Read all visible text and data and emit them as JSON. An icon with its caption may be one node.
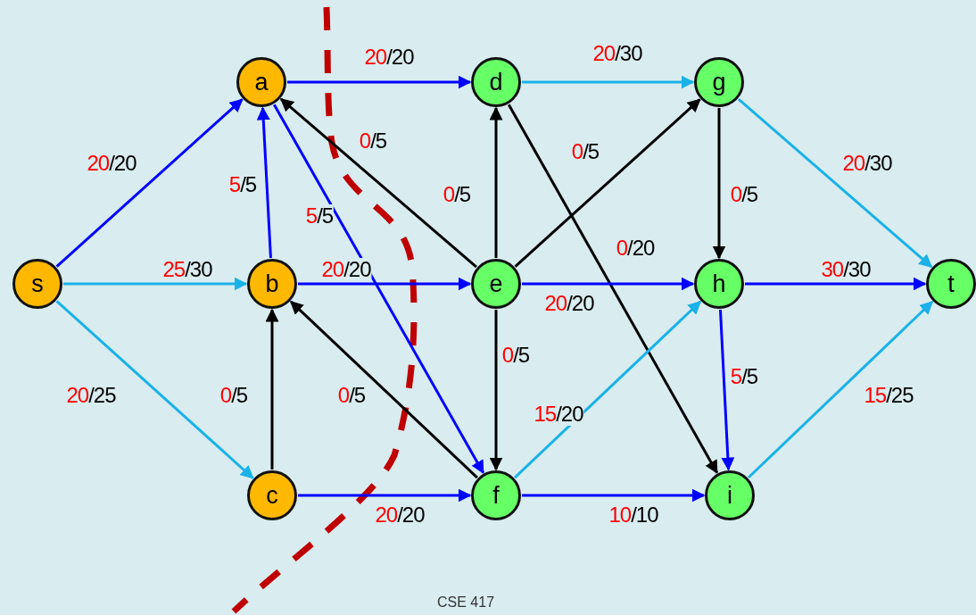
{
  "diagram": {
    "nodes": [
      {
        "text": [
          "s"
        ]
      },
      {
        "text": [
          "a"
        ]
      },
      {
        "text": [
          "b"
        ]
      },
      {
        "text": [
          "c"
        ]
      },
      {
        "text": [
          "d"
        ]
      },
      {
        "text": [
          "e"
        ]
      },
      {
        "text": [
          "f"
        ]
      },
      {
        "text": [
          "g"
        ]
      },
      {
        "text": [
          "h"
        ]
      },
      {
        "text": [
          "i"
        ]
      },
      {
        "text": [
          "t"
        ]
      }
    ],
    "edges": [
      {
        "from": 0,
        "to": 1,
        "arrow": "to",
        "label": "20/20"
      },
      {
        "from": 0,
        "to": 2,
        "arrow": "to",
        "label": "25/30",
        "color": "#1ab2e8"
      },
      {
        "from": 0,
        "to": 3,
        "arrow": "to",
        "label": "20/25",
        "color": "#1ab2e8"
      },
      {
        "from": 2,
        "to": 1,
        "arrow": "to",
        "label": "5/5"
      },
      {
        "from": 3,
        "to": 2,
        "arrow": "to",
        "label": "0/5",
        "color": "#000000"
      },
      {
        "from": 1,
        "to": 4,
        "arrow": "to",
        "label": "20/20"
      },
      {
        "from": 1,
        "to": 6,
        "arrow": "to",
        "label": "5/5"
      },
      {
        "from": 2,
        "to": 5,
        "arrow": "to",
        "label": "20/20"
      },
      {
        "from": 5,
        "to": 1,
        "arrow": "to",
        "label": "0/5",
        "color": "#000000"
      },
      {
        "from": 6,
        "to": 2,
        "arrow": "to",
        "label": "0/5",
        "color": "#000000"
      },
      {
        "from": 3,
        "to": 6,
        "arrow": "to",
        "label": "20/20"
      },
      {
        "from": 4,
        "to": 7,
        "arrow": "to",
        "label": "20/30",
        "color": "#1ab2e8"
      },
      {
        "from": 4,
        "to": 9,
        "arrow": "to",
        "label": "0/20",
        "color": "#000000"
      },
      {
        "from": 5,
        "to": 4,
        "arrow": "to",
        "label": "0/5",
        "color": "#000000"
      },
      {
        "from": 5,
        "to": 7,
        "arrow": "to",
        "label": "0/5",
        "color": "#000000"
      },
      {
        "from": 5,
        "to": 8,
        "arrow": "to",
        "label": "20/20"
      },
      {
        "from": 5,
        "to": 6,
        "arrow": "to",
        "label": "0/5",
        "color": "#000000"
      },
      {
        "from": 6,
        "to": 8,
        "arrow": "to",
        "label": "15/20",
        "color": "#1ab2e8"
      },
      {
        "from": 6,
        "to": 9,
        "arrow": "to",
        "label": "10/10"
      },
      {
        "from": 7,
        "to": 8,
        "arrow": "to",
        "label": "0/5",
        "color": "#000000"
      },
      {
        "from": 7,
        "to": 10,
        "arrow": "to",
        "label": "20/30",
        "color": "#1ab2e8"
      },
      {
        "from": 8,
        "to": 10,
        "arrow": "to",
        "label": "30/30"
      },
      {
        "from": 8,
        "to": 9,
        "arrow": "to",
        "label": "5/5"
      },
      {
        "from": 9,
        "to": 10,
        "arrow": "to",
        "label": "15/25",
        "color": "#1ab2e8"
      }
    ],
    "labels": [
      "CSE 417"
    ]
  }
}
